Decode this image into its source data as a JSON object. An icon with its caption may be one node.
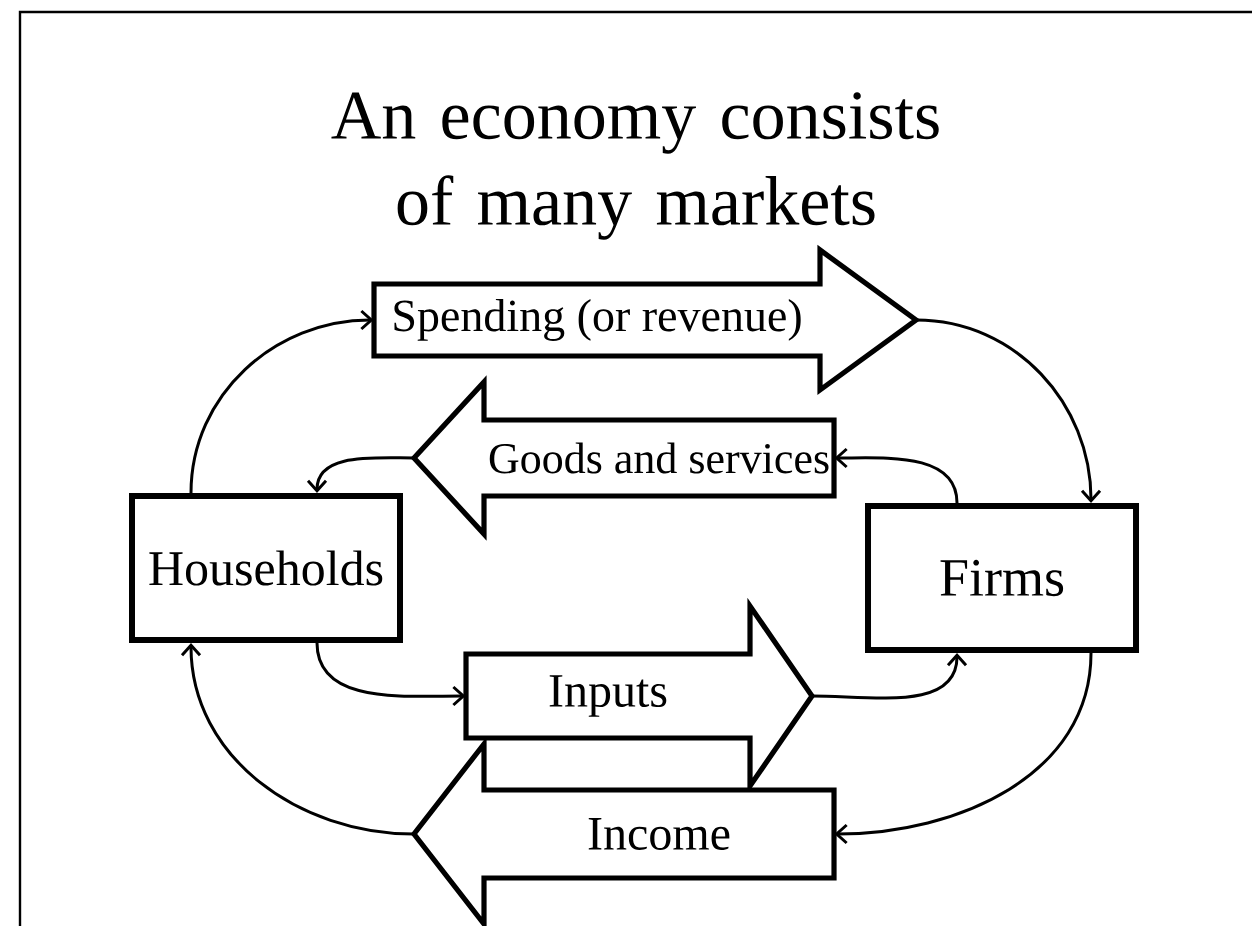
{
  "diagram": {
    "title": "An economy consists of many markets",
    "nodes": [
      {
        "text": [
          "Households"
        ]
      },
      {
        "text": [
          "Firms"
        ]
      },
      {
        "text": [
          "Spending (or revenue)"
        ]
      },
      {
        "text": [
          "Goods and services"
        ]
      },
      {
        "text": [
          "Inputs"
        ]
      },
      {
        "text": [
          "Income"
        ]
      }
    ],
    "edges": [
      {
        "from": 0,
        "to": 2,
        "arrow": "to"
      },
      {
        "from": 2,
        "to": 1,
        "arrow": "to"
      },
      {
        "from": 1,
        "to": 3,
        "arrow": "to"
      },
      {
        "from": 3,
        "to": 0,
        "arrow": "to"
      },
      {
        "from": 0,
        "to": 4,
        "arrow": "to"
      },
      {
        "from": 4,
        "to": 1,
        "arrow": "to"
      },
      {
        "from": 1,
        "to": 5,
        "arrow": "to"
      },
      {
        "from": 5,
        "to": 0,
        "arrow": "to"
      }
    ]
  }
}
